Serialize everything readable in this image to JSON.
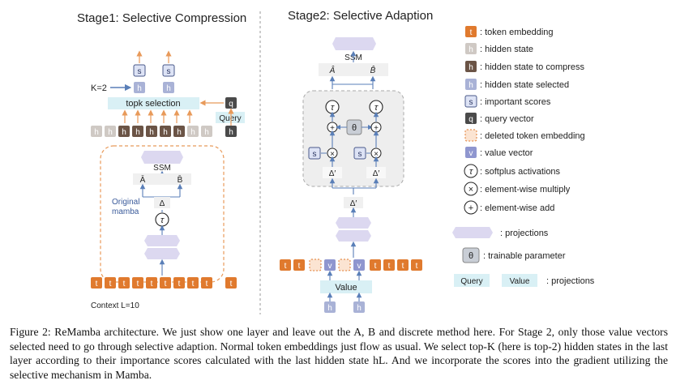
{
  "stage1": {
    "title": "Stage1: Selective Compression",
    "k_label": "K=2",
    "topk_label": "topk selection",
    "query_label": "Query",
    "ssm_label": "SSM",
    "a_bar": "Ā",
    "b_bar": "B̄",
    "delta": "Δ",
    "original_mamba_line1": "Original",
    "original_mamba_line2": "mamba",
    "context_label": "Context  L=10"
  },
  "stage2": {
    "title": "Stage2: Selective Adaption",
    "ssm_label": "SSM",
    "a_hat": "Â",
    "b_hat": "B̂",
    "delta_prime": "Δ′",
    "value_label": "Value"
  },
  "glyphs": {
    "token": "t",
    "hidden": "h",
    "score": "s",
    "query": "q",
    "value": "v",
    "tau": "τ",
    "times": "×",
    "plus": "+",
    "theta": "θ"
  },
  "legend": {
    "token_embedding": ": token embedding",
    "hidden_state": ": hidden state",
    "hidden_state_compress": ": hidden state to compress",
    "hidden_state_selected": ": hidden state selected",
    "important_scores": ": important scores",
    "query_vector": ": query vector",
    "deleted_token": ": deleted token embedding",
    "value_vector": ": value vector",
    "softplus": ": softplus activations",
    "elementwise_multiply": ": element-wise multiply",
    "elementwise_add": ": element-wise add",
    "projections": ": projections",
    "trainable_parameter": ": trainable parameter",
    "query_box": "Query",
    "value_box": "Value",
    "projections2": ": projections"
  },
  "caption": "Figure 2: ReMamba architecture. We just show one layer and leave out the A, B and discrete method here. For Stage 2, only those value vectors selected need to go through selective adaption. Normal token embeddings just flow as usual. We select top-K (here is top-2) hidden states in the last layer according to their importance scores calculated with the last hidden state hL. And we incorporate the scores into the gradient utilizing the selective mechanism in Mamba.",
  "colors": {
    "token": "#e07a2e",
    "hidden_light": "#cfc9c4",
    "hidden_dark": "#6b5446",
    "hidden_selected": "#a9b2d6",
    "score_bg": "#dde3f5",
    "query": "#4a4a4a",
    "value": "#8f96cf",
    "projection": "#dcd8f0",
    "light_cyan": "#d9f0f5",
    "arrow_orange": "#e89a5a",
    "arrow_blue": "#5a7fb8"
  }
}
